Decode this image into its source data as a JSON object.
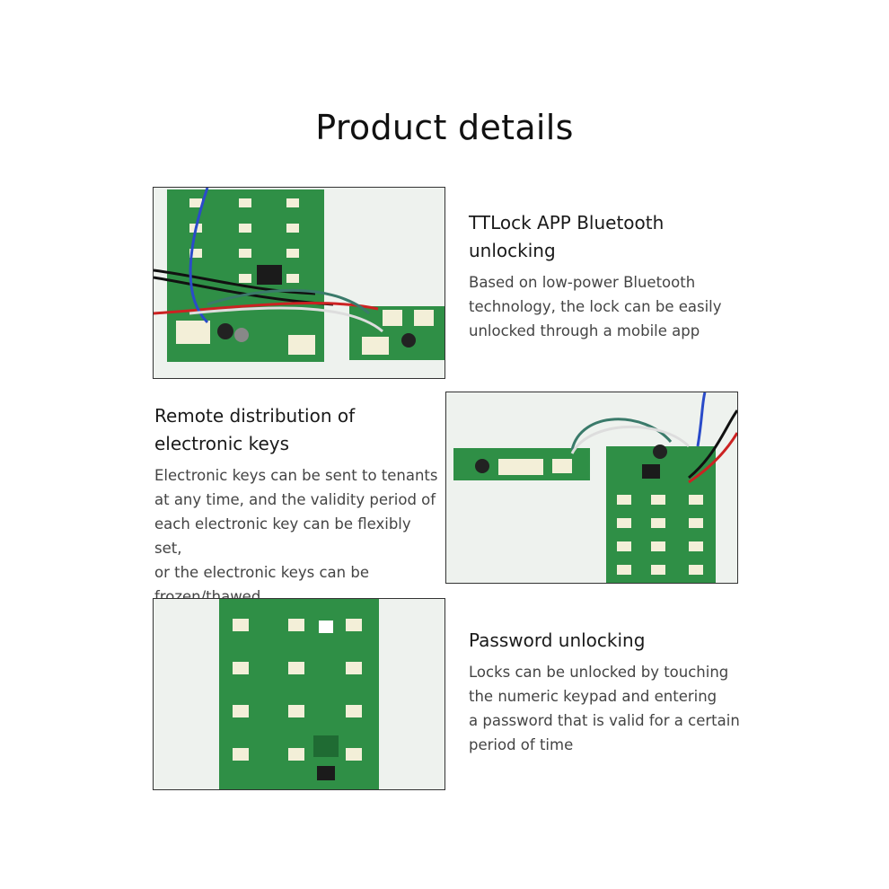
{
  "page": {
    "title": "Product details"
  },
  "sections": [
    {
      "heading": "TTLock APP Bluetooth unlocking",
      "lines": [
        "Based on low-power Bluetooth",
        "technology, the lock can be easily",
        "unlocked through a mobile app"
      ],
      "image_icon": "pcb-board-photo"
    },
    {
      "heading": "Remote distribution of electronic keys",
      "lines": [
        "Electronic keys can be sent to tenants",
        "at any time, and the validity period of",
        "each electronic key can be flexibly set,",
        "or the electronic keys can be",
        "frozen/thawed."
      ],
      "image_icon": "pcb-board-photo"
    },
    {
      "heading": "Password unlocking",
      "lines": [
        "Locks can be unlocked by touching",
        "the numeric keypad and entering",
        "a password that is valid for a certain",
        "period of time"
      ],
      "image_icon": "pcb-board-photo"
    }
  ],
  "colors": {
    "pcb_green": "#2f8f46",
    "pcb_dark": "#1f6b33",
    "pad": "#f3efd8",
    "border": "#333333"
  }
}
